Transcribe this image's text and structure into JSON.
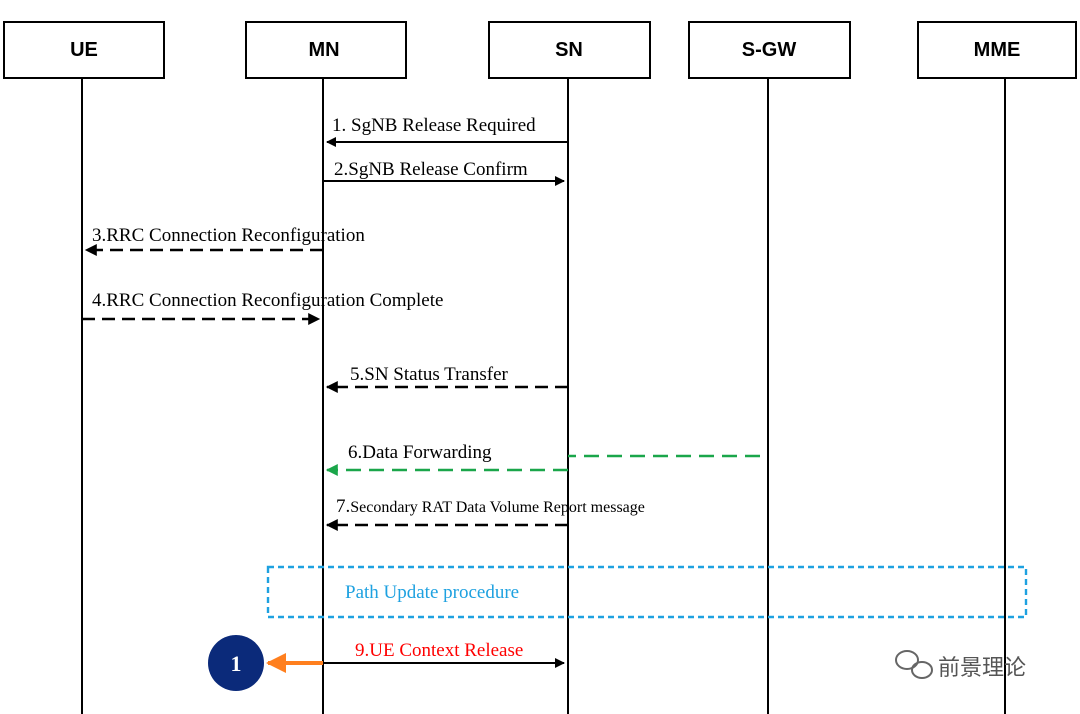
{
  "actors": [
    {
      "id": "ue",
      "label": "UE"
    },
    {
      "id": "mn",
      "label": "MN"
    },
    {
      "id": "sn",
      "label": "SN"
    },
    {
      "id": "sgw",
      "label": "S-GW"
    },
    {
      "id": "mme",
      "label": "MME"
    }
  ],
  "messages": {
    "m1": "1. SgNB Release Required",
    "m2": "2.SgNB Release Confirm",
    "m3": "3.RRC Connection Reconfiguration",
    "m4": "4.RRC Connection Reconfiguration Complete",
    "m5": "5.SN Status Transfer",
    "m6": "6.Data Forwarding",
    "m7_prefix": "7.",
    "m7": "Secondary RAT Data Volume Report message",
    "m9": "9.UE Context Release"
  },
  "procedure": {
    "label": "Path Update procedure"
  },
  "marker": {
    "number": "1"
  },
  "watermark": {
    "text": "前景理论"
  },
  "colors": {
    "data_forwarding": "#1aa64a",
    "procedure_box": "#1ea1e0",
    "ue_context_release_label": "#ff0000",
    "marker_arrow": "#ff7f1e",
    "marker_circle": "#0b2a7a"
  }
}
